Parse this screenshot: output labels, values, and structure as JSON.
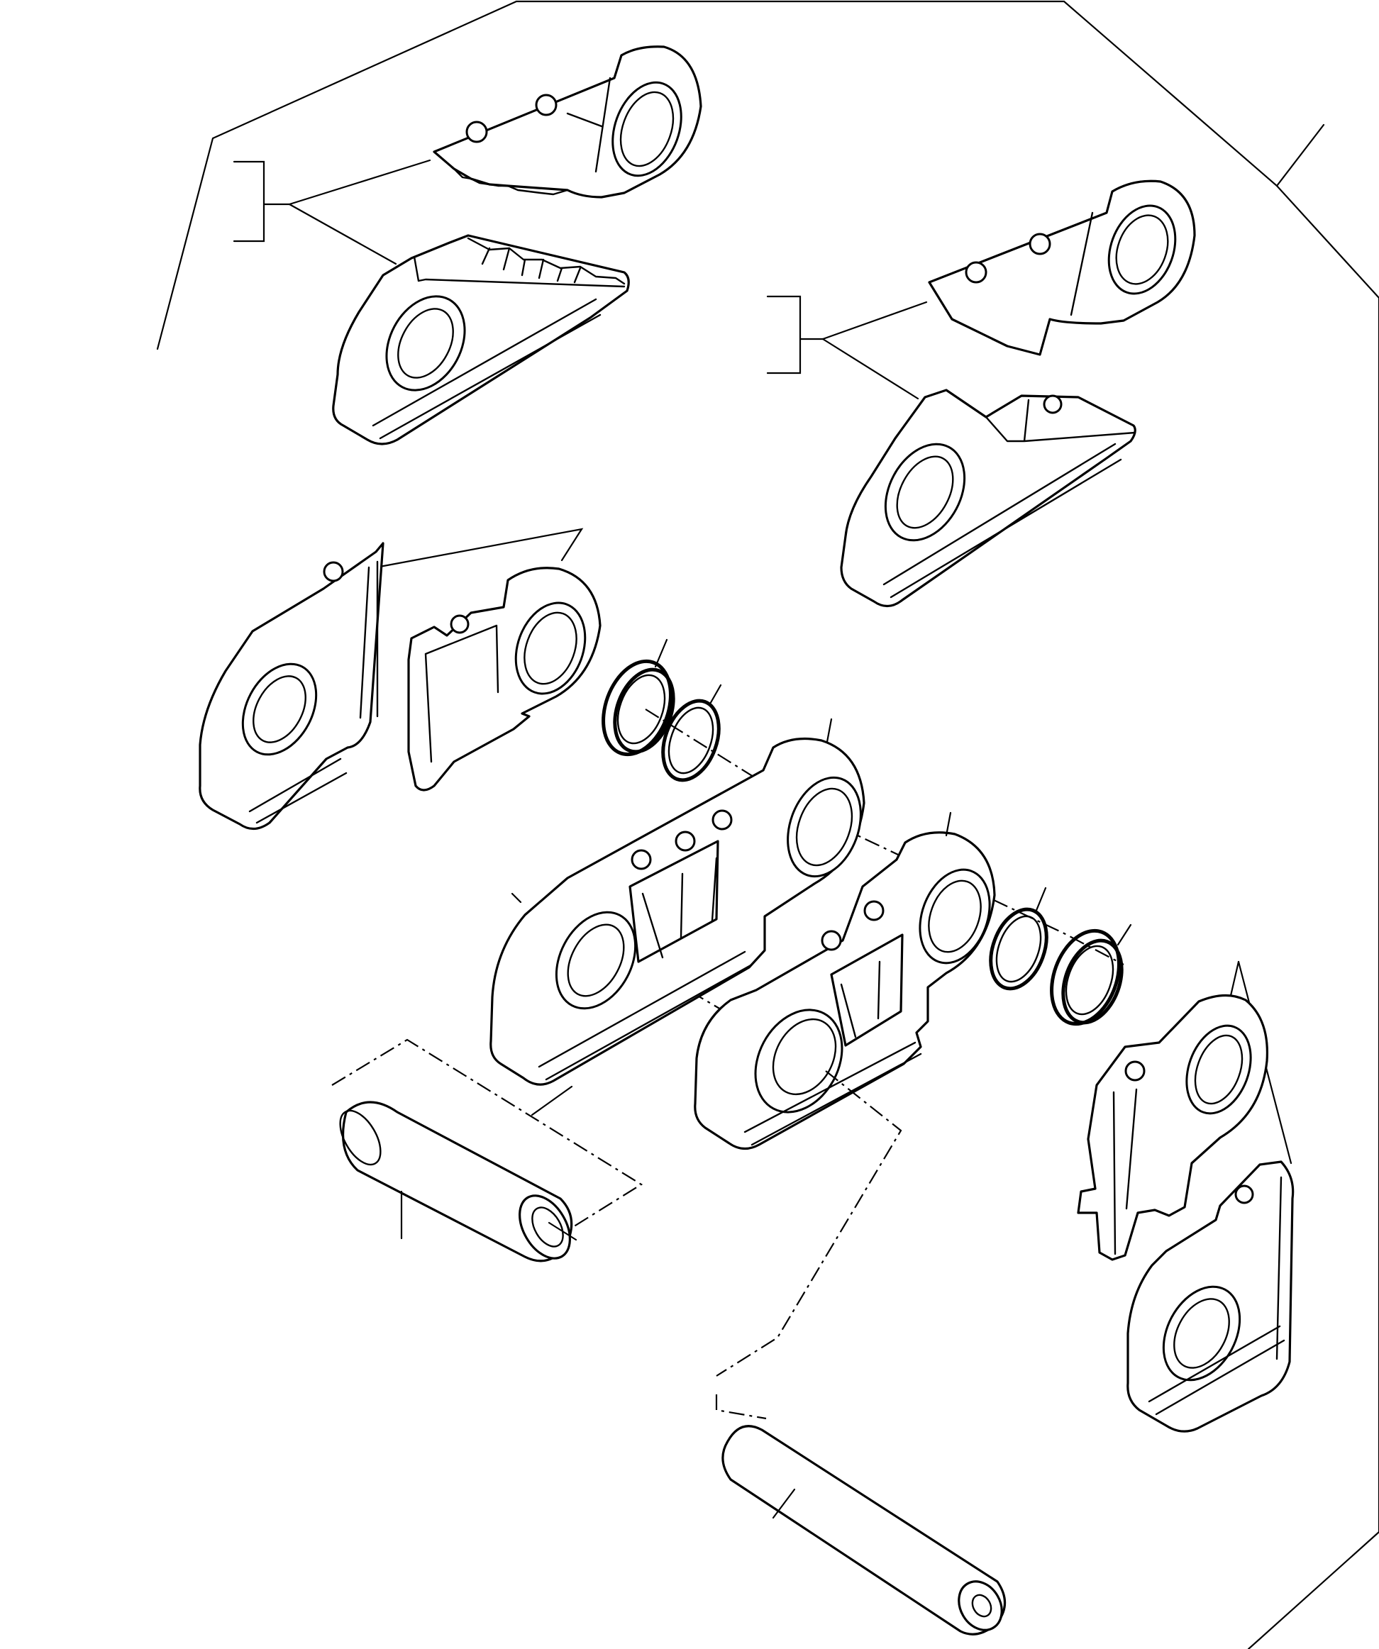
{
  "figure": {
    "type": "exploded-parts-diagram",
    "background_color": "#ffffff",
    "line_color": "#000000",
    "components": [
      {
        "id": "track-shoe-master-link-a"
      },
      {
        "id": "track-shoe-master-link-b"
      },
      {
        "id": "split-master-link"
      },
      {
        "id": "seal-ring-left-outer"
      },
      {
        "id": "seal-ring-left-inner"
      },
      {
        "id": "track-link-left"
      },
      {
        "id": "track-link-right"
      },
      {
        "id": "seal-ring-right-inner"
      },
      {
        "id": "seal-ring-right-outer"
      },
      {
        "id": "track-bushing"
      },
      {
        "id": "track-pin"
      },
      {
        "id": "split-end-link"
      }
    ]
  }
}
